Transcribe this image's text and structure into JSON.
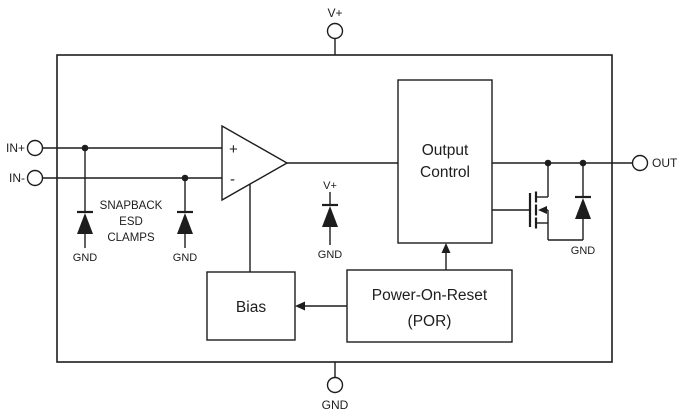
{
  "diagram": {
    "pins": {
      "vplus": "V+",
      "gnd_bottom": "GND",
      "in_plus": "IN+",
      "in_minus": "IN-",
      "out": "OUT"
    },
    "comparator": {
      "plus": "+",
      "minus": "-"
    },
    "blocks": {
      "output_control_line1": "Output",
      "output_control_line2": "Control",
      "bias": "Bias",
      "por_line1": "Power-On-Reset",
      "por_line2": "(POR)"
    },
    "esd_label": {
      "line1": "SNAPBACK",
      "line2": "ESD",
      "line3": "CLAMPS"
    },
    "internal_labels": {
      "esd1_gnd": "GND",
      "esd2_gnd": "GND",
      "supply_clamp_vplus": "V+",
      "supply_clamp_gnd": "GND",
      "out_clamp_gnd": "GND"
    },
    "colors": {
      "line": "#1d1d1d",
      "background": "#ffffff",
      "diode_fill": "#1d1d1d"
    }
  }
}
